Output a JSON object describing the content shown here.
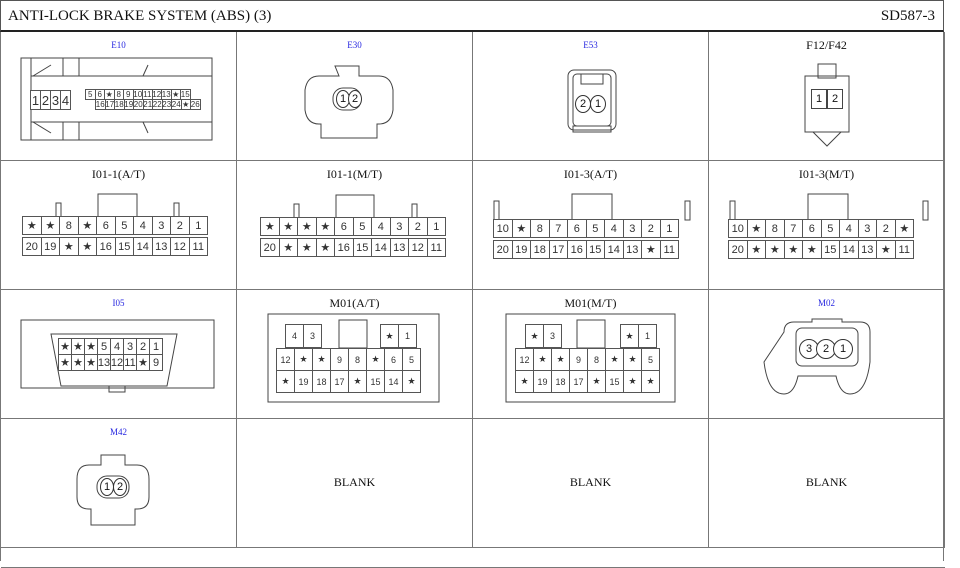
{
  "header": {
    "title": "ANTI-LOCK BRAKE SYSTEM (ABS) (3)",
    "code": "SD587-3"
  },
  "connectors": {
    "E10": {
      "label": "E10",
      "big": [
        "1",
        "2",
        "3",
        "4"
      ],
      "rows": [
        [
          "5",
          "6",
          "★",
          "8",
          "9",
          "10",
          "11",
          "12",
          "13",
          "★",
          "15"
        ],
        [
          "16",
          "17",
          "18",
          "19",
          "20",
          "21",
          "22",
          "23",
          "24",
          "★",
          "26"
        ]
      ]
    },
    "E30": {
      "label": "E30",
      "pins": [
        "1",
        "2"
      ]
    },
    "E53": {
      "label": "E53",
      "pins": [
        "2",
        "1"
      ]
    },
    "F12": {
      "label": "F12/F42",
      "pins": [
        "1",
        "2"
      ]
    },
    "I011AT": {
      "label": "I01-1(A/T)",
      "rows": [
        [
          "★",
          "★",
          "8",
          "★",
          "6",
          "5",
          "4",
          "3",
          "2",
          "1"
        ],
        [
          "20",
          "19",
          "★",
          "★",
          "16",
          "15",
          "14",
          "13",
          "12",
          "11"
        ]
      ]
    },
    "I011MT": {
      "label": "I01-1(M/T)",
      "rows": [
        [
          "★",
          "★",
          "★",
          "★",
          "6",
          "5",
          "4",
          "3",
          "2",
          "1"
        ],
        [
          "20",
          "★",
          "★",
          "★",
          "16",
          "15",
          "14",
          "13",
          "12",
          "11"
        ]
      ]
    },
    "I013AT": {
      "label": "I01-3(A/T)",
      "rows": [
        [
          "10",
          "★",
          "8",
          "7",
          "6",
          "5",
          "4",
          "3",
          "2",
          "1"
        ],
        [
          "20",
          "19",
          "18",
          "17",
          "16",
          "15",
          "14",
          "13",
          "★",
          "11"
        ]
      ]
    },
    "I013MT": {
      "label": "I01-3(M/T)",
      "rows": [
        [
          "10",
          "★",
          "8",
          "7",
          "6",
          "5",
          "4",
          "3",
          "2",
          "★"
        ],
        [
          "20",
          "★",
          "★",
          "★",
          "★",
          "15",
          "14",
          "13",
          "★",
          "11"
        ]
      ]
    },
    "I05": {
      "label": "I05",
      "rows": [
        [
          "★",
          "★",
          "★",
          "5",
          "4",
          "3",
          "2",
          "1"
        ],
        [
          "★",
          "★",
          "★",
          "13",
          "12",
          "11",
          "★",
          "9"
        ]
      ]
    },
    "M01AT": {
      "label": "M01(A/T)",
      "top_left": [
        "4",
        "3"
      ],
      "top_right": [
        "★",
        "1"
      ],
      "rows": [
        [
          "12",
          "★",
          "★",
          "9",
          "8",
          "★",
          "6",
          "5"
        ],
        [
          "★",
          "19",
          "18",
          "17",
          "★",
          "15",
          "14",
          "★"
        ]
      ]
    },
    "M01MT": {
      "label": "M01(M/T)",
      "top_left": [
        "★",
        "3"
      ],
      "top_right": [
        "★",
        "1"
      ],
      "rows": [
        [
          "12",
          "★",
          "★",
          "9",
          "8",
          "★",
          "★",
          "5"
        ],
        [
          "★",
          "19",
          "18",
          "17",
          "★",
          "15",
          "★",
          "★"
        ]
      ]
    },
    "M02": {
      "label": "M02",
      "pins": [
        "3",
        "2",
        "1"
      ]
    },
    "M42": {
      "label": "M42",
      "pins": [
        "1",
        "2"
      ]
    }
  },
  "blank_label": "BLANK"
}
